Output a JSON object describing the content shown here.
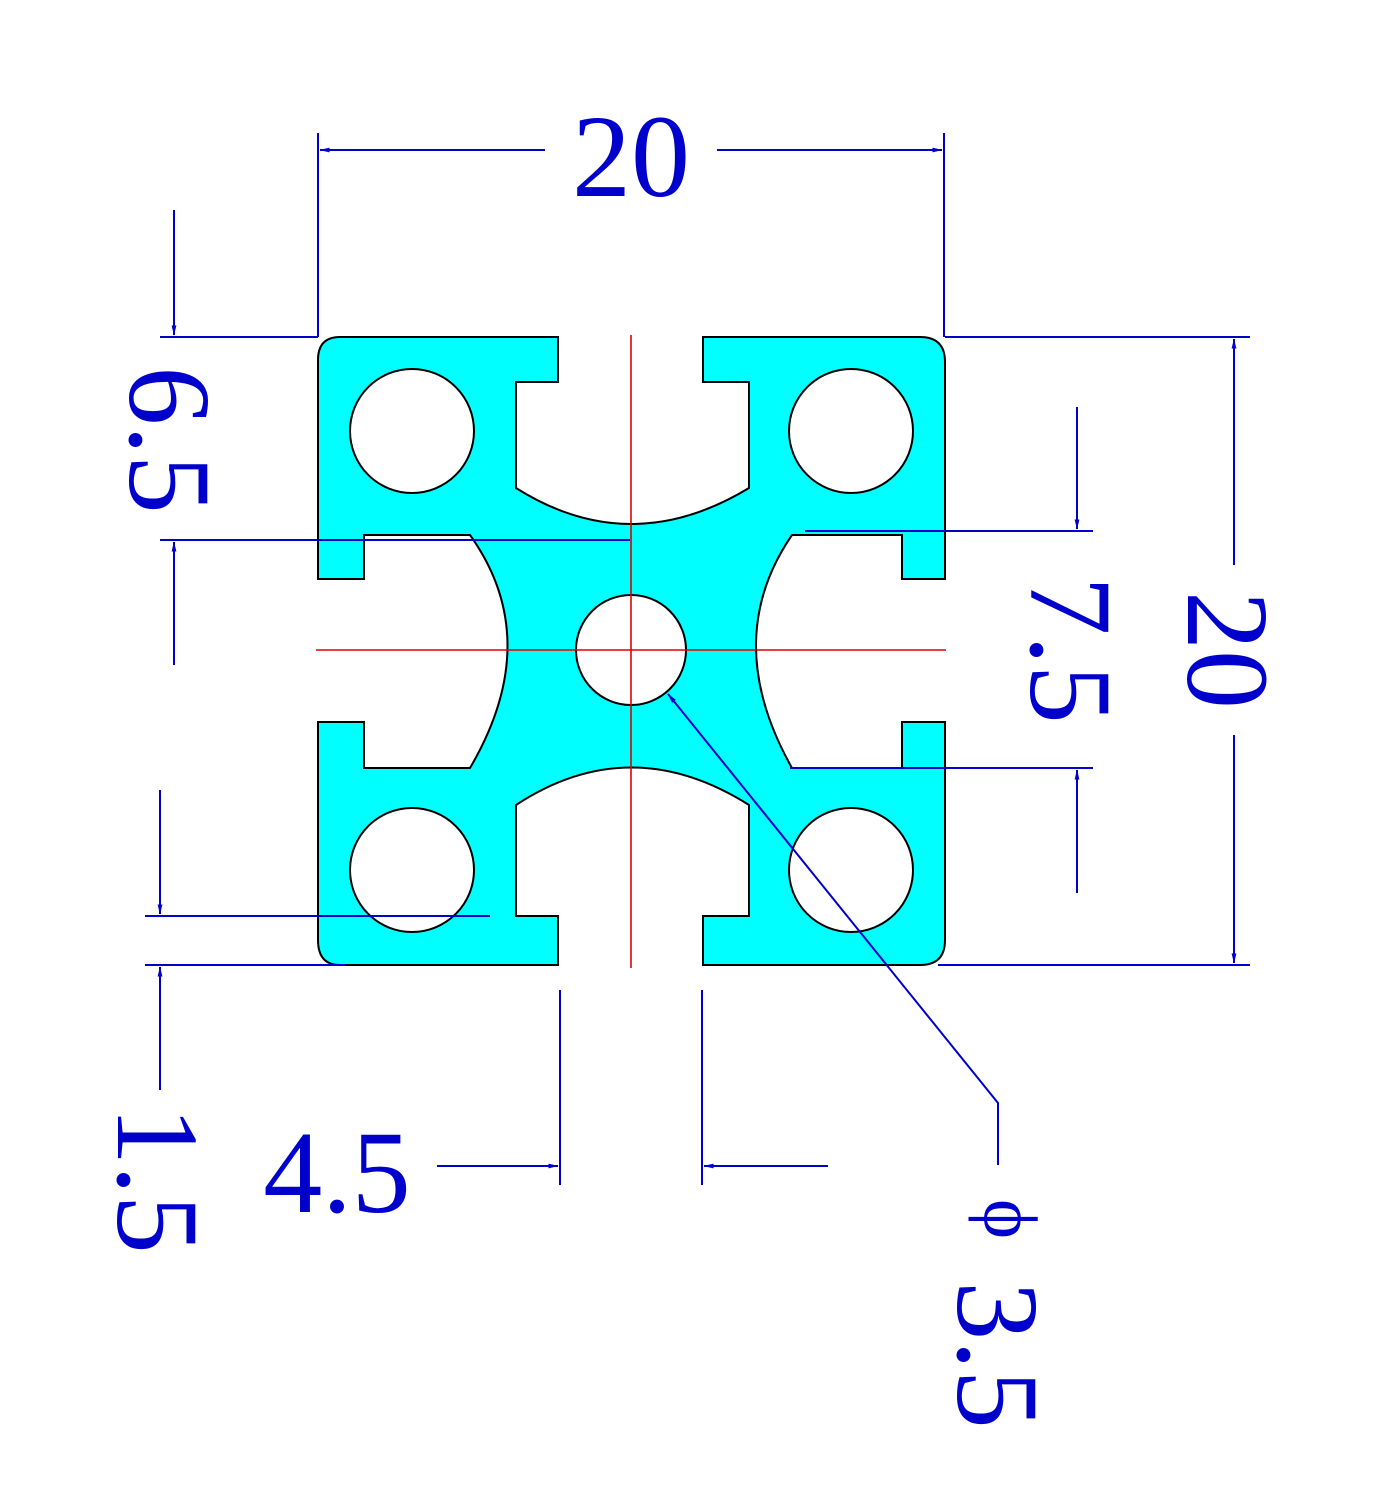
{
  "colors": {
    "background": "#ffffff",
    "profile_fill": "#00ffff",
    "profile_outline": "#000000",
    "dimension": "#0000cc",
    "centerline": "#dd0000"
  },
  "dimensions": {
    "top_width": "20",
    "right_height": "20",
    "left_slot_offset": "6.5",
    "right_slot_width": "7.5",
    "left_wall": "1.5",
    "bottom_opening": "4.5",
    "center_bore_symbol": "ϕ",
    "center_bore_value": "3.5"
  }
}
